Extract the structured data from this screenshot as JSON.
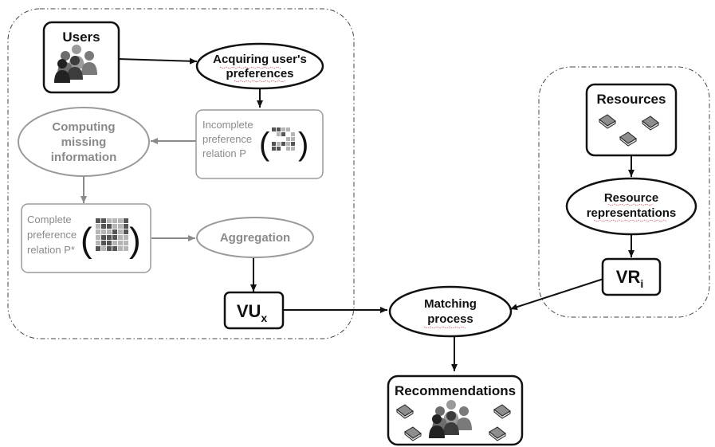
{
  "nodes": {
    "users": "Users",
    "acquiring": [
      "Acquiring user's",
      "preferences"
    ],
    "incomplete": [
      "Incomplete",
      "preference",
      "relation P"
    ],
    "computing": [
      "Computing",
      "missing",
      "information"
    ],
    "complete": [
      "Complete",
      "preference",
      "relation P*"
    ],
    "aggregation": "Aggregation",
    "vu": {
      "base": "VU",
      "sub": "x"
    },
    "matching": [
      "Matching",
      "process"
    ],
    "resources": "Resources",
    "resource_rep": [
      "Resource",
      "representations"
    ],
    "vr": {
      "base": "VR",
      "sub": "i"
    },
    "recommendations": "Recommendations"
  },
  "icons": [
    "users-group-icon",
    "books-icon",
    "incomplete-matrix-icon",
    "complete-matrix-icon"
  ],
  "colors": {
    "dark": "#111111",
    "grey": "#8a8a8a",
    "matrix_dark": "#555555",
    "matrix_light": "#b5b5b5"
  }
}
